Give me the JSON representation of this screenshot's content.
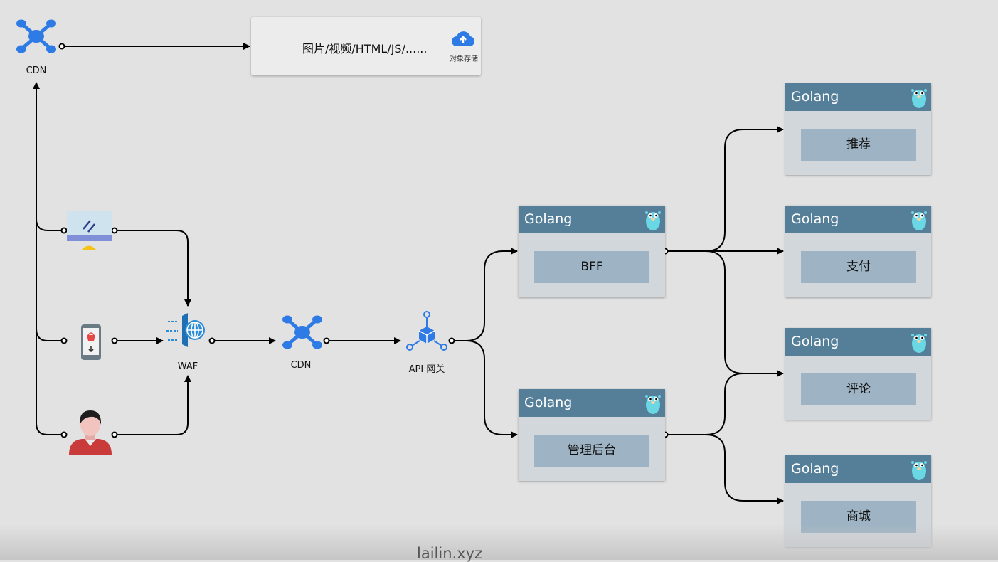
{
  "oss_box": {
    "text": "图片/视频/HTML/JS/......",
    "caption": "对象存储"
  },
  "labels": {
    "cdn_top": "CDN",
    "waf": "WAF",
    "cdn_mid": "CDN",
    "api_gateway": "API 网关"
  },
  "services": [
    {
      "id": "bff",
      "header": "Golang",
      "name": "BFF"
    },
    {
      "id": "admin",
      "header": "Golang",
      "name": "管理后台"
    },
    {
      "id": "recommend",
      "header": "Golang",
      "name": "推荐"
    },
    {
      "id": "payment",
      "header": "Golang",
      "name": "支付"
    },
    {
      "id": "comment",
      "header": "Golang",
      "name": "评论"
    },
    {
      "id": "mall",
      "header": "Golang",
      "name": "商城"
    }
  ],
  "watermark": "lailin.xyz",
  "colors": {
    "header": "#557f99",
    "card": "#d2d7dc",
    "inner": "#9eb3c3",
    "icon_blue": "#2f7be5",
    "gopher": "#6ad7e5"
  },
  "icons": {
    "cdn": "cdn-network-icon",
    "oss": "cloud-upload-icon",
    "desktop": "monitor-icon",
    "mobile": "mobile-shop-icon",
    "user": "user-avatar-icon",
    "waf": "waf-shield-globe-icon",
    "gateway": "api-gateway-icon",
    "golang": "gopher-icon"
  }
}
